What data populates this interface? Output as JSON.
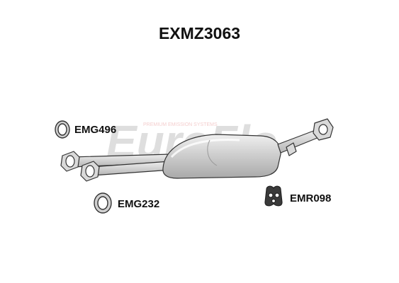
{
  "part_number": "EXMZ3063",
  "watermark": {
    "brand": "EuroFlo",
    "tagline": "PREMIUM EMISSION SYSTEMS",
    "color": "#d64a4a"
  },
  "parts": [
    {
      "code": "EMG496",
      "icon": "gasket-ring-icon"
    },
    {
      "code": "EMG232",
      "icon": "gasket-ring-icon"
    },
    {
      "code": "EMR098",
      "icon": "rubber-mount-icon"
    }
  ],
  "colors": {
    "metal": "#c8c8c8",
    "outline": "#333333"
  }
}
